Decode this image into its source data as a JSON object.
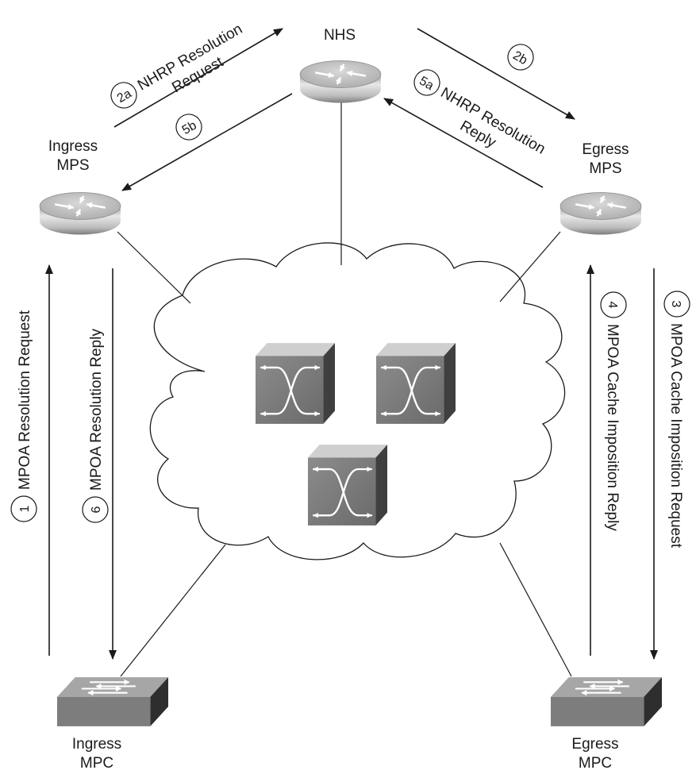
{
  "nodes": {
    "nhs": {
      "label": "NHS"
    },
    "ingress_mps": {
      "label_line1": "Ingress",
      "label_line2": "MPS"
    },
    "egress_mps": {
      "label_line1": "Egress",
      "label_line2": "MPS"
    },
    "ingress_mpc": {
      "label_line1": "Ingress",
      "label_line2": "MPC"
    },
    "egress_mpc": {
      "label_line1": "Egress",
      "label_line2": "MPC"
    }
  },
  "steps": [
    {
      "num": "1",
      "label": "MPOA Resolution Request"
    },
    {
      "num": "2a",
      "label_line1": "NHRP Resolution",
      "label_line2": "Request"
    },
    {
      "num": "2b",
      "label": ""
    },
    {
      "num": "3",
      "label": "MPOA Cache Imposition Request"
    },
    {
      "num": "4",
      "label": "MPOA Cache Imposition Reply"
    },
    {
      "num": "5a",
      "label_line1": "NHRP Resolution",
      "label_line2": "Reply"
    },
    {
      "num": "5b",
      "label": ""
    },
    {
      "num": "6",
      "label": "MPOA Resolution Reply"
    }
  ],
  "colors": {
    "router_light": "#e6e6e6",
    "router_dark": "#8a8a8a",
    "switch_front": "#7a7a7a",
    "switch_top": "#bdbdbd",
    "switch_side": "#4a4a4a",
    "line": "#1a1a1a"
  }
}
